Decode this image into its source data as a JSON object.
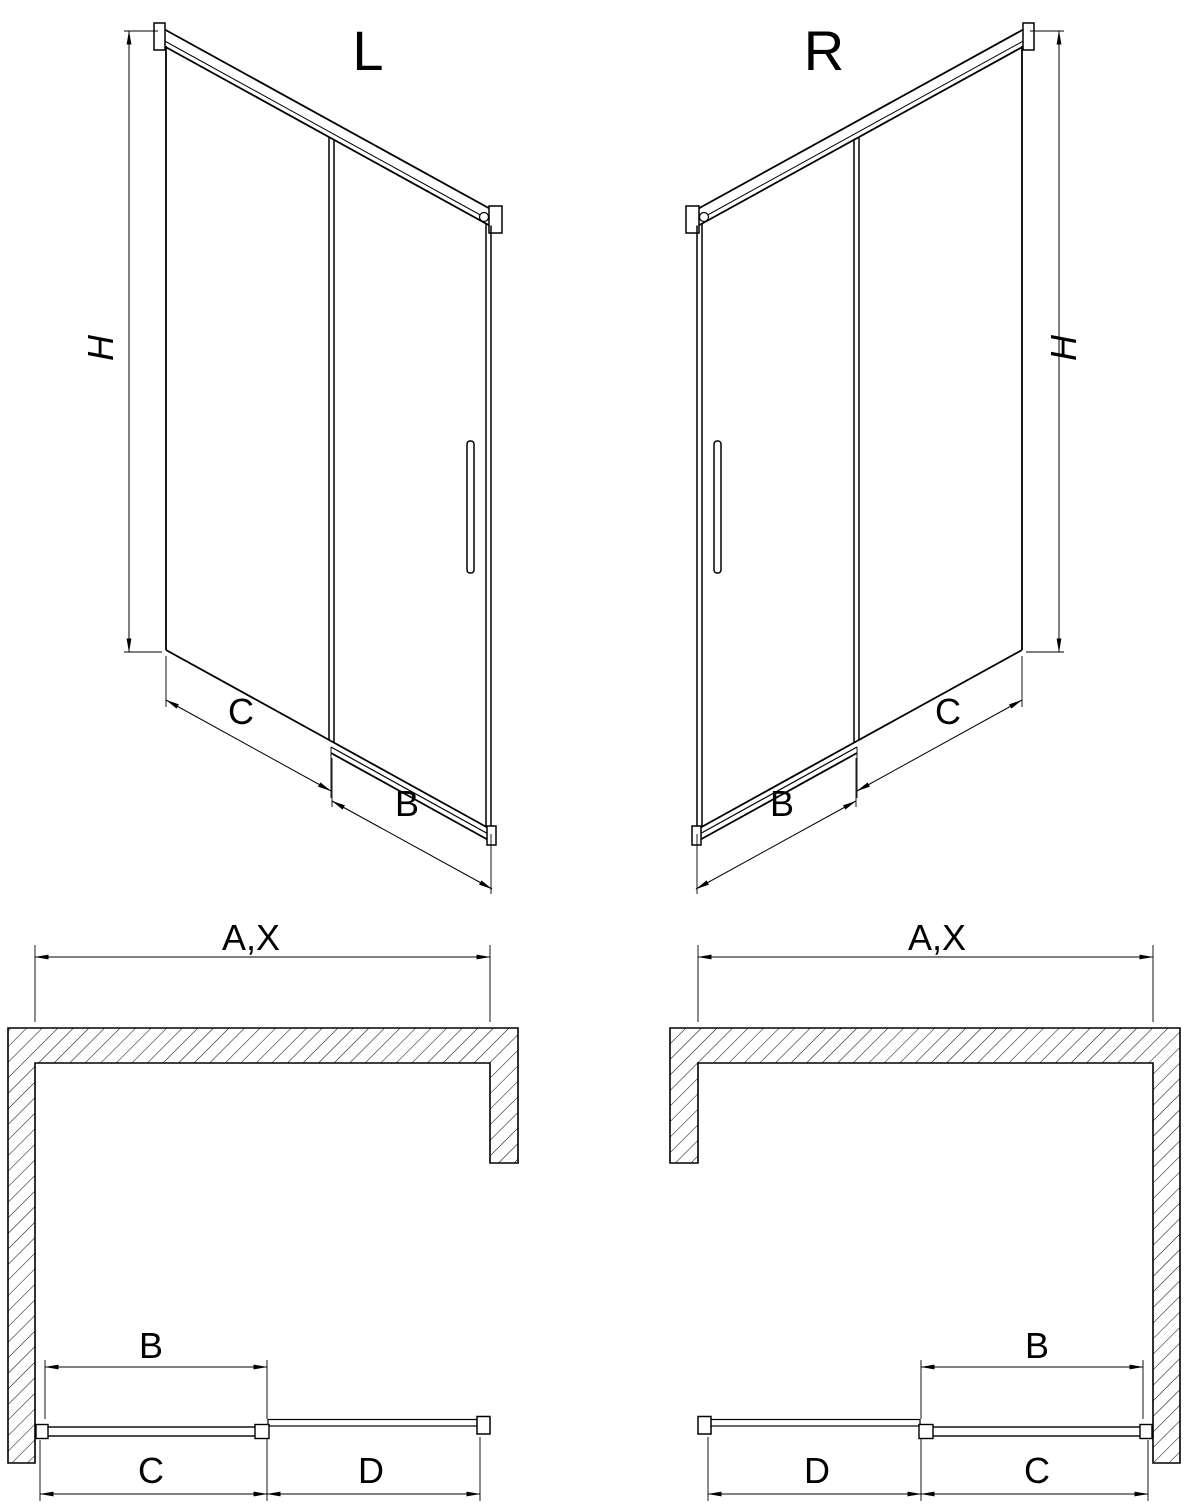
{
  "drawing": {
    "background": "#ffffff",
    "line_color": "#000000",
    "views": {
      "iso_left": {
        "title": "L",
        "dims": {
          "height": "H",
          "fixed_segment": "C",
          "door_segment": "B"
        }
      },
      "iso_right": {
        "title": "R",
        "dims": {
          "height": "H",
          "fixed_segment": "C",
          "door_segment": "B"
        }
      },
      "plan_left": {
        "dims": {
          "total_width": "A,X",
          "door": "B",
          "left_segment": "C",
          "right_segment": "D"
        }
      },
      "plan_right": {
        "dims": {
          "total_width": "A,X",
          "door": "B",
          "right_segment": "C",
          "left_segment": "D"
        }
      }
    }
  }
}
